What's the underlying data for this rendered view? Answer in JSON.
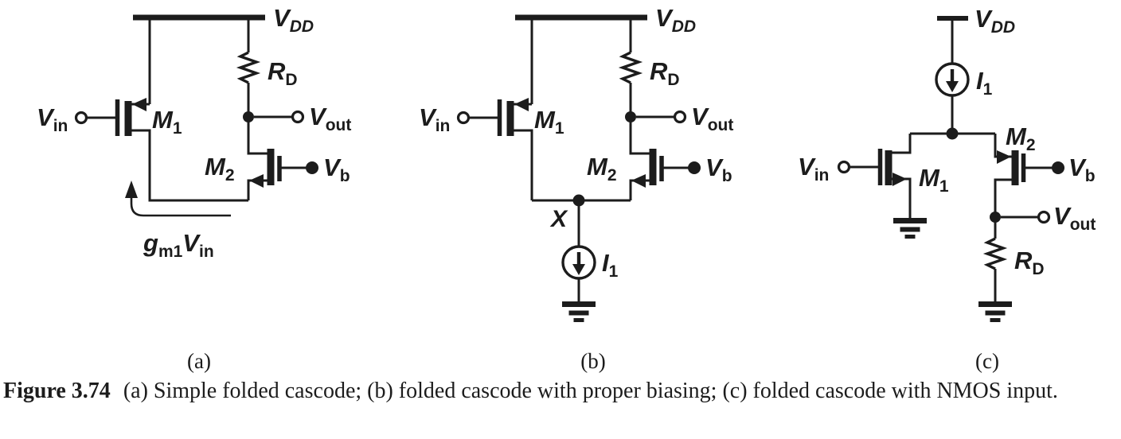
{
  "colors": {
    "ink": "#1c1c1c",
    "background": "#ffffff"
  },
  "circuits": {
    "a": {
      "sublabel": "(a)",
      "vdd": {
        "base": "V",
        "sub": "DD"
      },
      "vin": {
        "base": "V",
        "sub": "in"
      },
      "vout": {
        "base": "V",
        "sub": "out"
      },
      "vb": {
        "base": "V",
        "sub": "b"
      },
      "rd": {
        "base": "R",
        "sub": "D"
      },
      "m1": {
        "base": "M",
        "sub": "1"
      },
      "m2": {
        "base": "M",
        "sub": "2"
      },
      "gm_current_label": {
        "base1": "g",
        "sub1": "m1",
        "base2": "V",
        "sub2": "in"
      }
    },
    "b": {
      "sublabel": "(b)",
      "vdd": {
        "base": "V",
        "sub": "DD"
      },
      "vin": {
        "base": "V",
        "sub": "in"
      },
      "vout": {
        "base": "V",
        "sub": "out"
      },
      "vb": {
        "base": "V",
        "sub": "b"
      },
      "rd": {
        "base": "R",
        "sub": "D"
      },
      "m1": {
        "base": "M",
        "sub": "1"
      },
      "m2": {
        "base": "M",
        "sub": "2"
      },
      "node_x": "X",
      "i1": {
        "base": "I",
        "sub": "1"
      }
    },
    "c": {
      "sublabel": "(c)",
      "vdd": {
        "base": "V",
        "sub": "DD"
      },
      "vin": {
        "base": "V",
        "sub": "in"
      },
      "vout": {
        "base": "V",
        "sub": "out"
      },
      "vb": {
        "base": "V",
        "sub": "b"
      },
      "rd": {
        "base": "R",
        "sub": "D"
      },
      "m1": {
        "base": "M",
        "sub": "1"
      },
      "m2": {
        "base": "M",
        "sub": "2"
      },
      "i1": {
        "base": "I",
        "sub": "1"
      }
    }
  },
  "caption": {
    "figure_label": "Figure 3.74",
    "text": "(a) Simple folded cascode; (b) folded cascode with proper biasing; (c) folded cascode with NMOS input."
  }
}
